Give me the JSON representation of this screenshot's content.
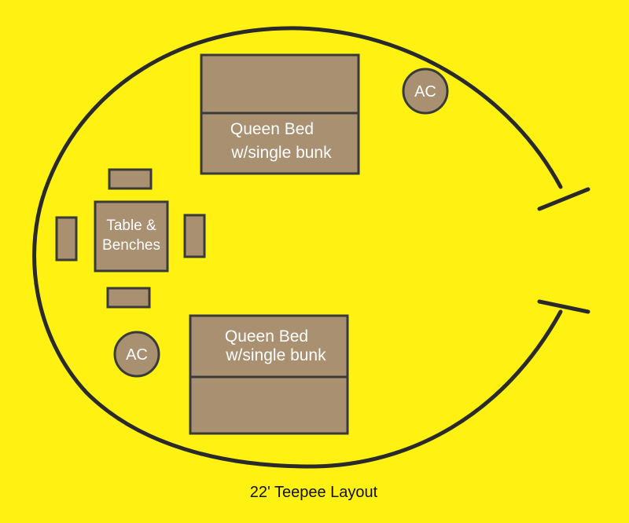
{
  "colors": {
    "background": "#fff212",
    "wall": "#2a2a2a",
    "furniture": "#a89070",
    "outline": "#3a3a3a",
    "label": "#ffffff",
    "caption": "#111111"
  },
  "top_bed": {
    "line1": "Queen Bed",
    "line2": "w/single bunk"
  },
  "bottom_bed": {
    "line1": "Queen Bed",
    "line2": "w/single bunk"
  },
  "table": {
    "line1": "Table &",
    "line2": "Benches"
  },
  "ac_top": {
    "label": "AC"
  },
  "ac_bottom": {
    "label": "AC"
  },
  "caption": "22' Teepee Layout"
}
